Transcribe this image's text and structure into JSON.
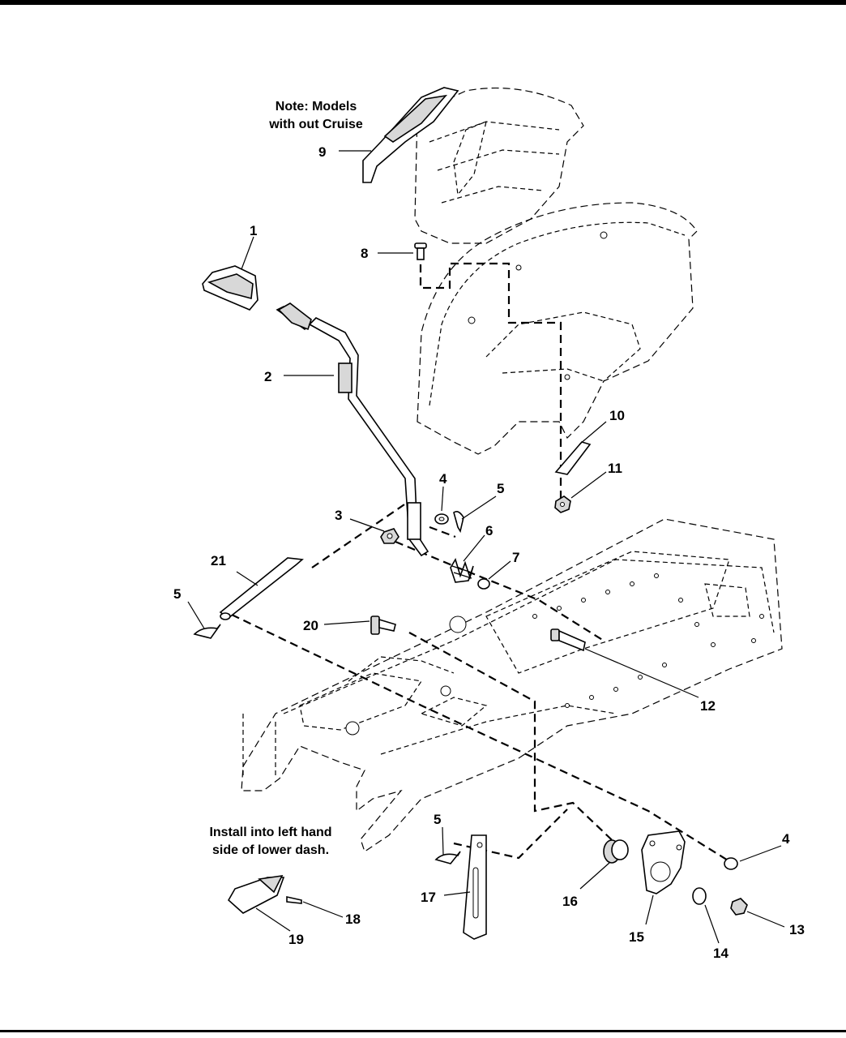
{
  "notes": {
    "cruise_note_line1": "Note: Models",
    "cruise_note_line2": "with out Cruise",
    "install_note_line1": "Install into left hand",
    "install_note_line2": "side of lower dash."
  },
  "callouts": {
    "c1": "1",
    "c2": "2",
    "c3": "3",
    "c4a": "4",
    "c4b": "4",
    "c5a": "5",
    "c5b": "5",
    "c5c": "5",
    "c6": "6",
    "c7": "7",
    "c8": "8",
    "c9": "9",
    "c10": "10",
    "c11": "11",
    "c12": "12",
    "c13": "13",
    "c14": "14",
    "c15": "15",
    "c16": "16",
    "c17": "17",
    "c18": "18",
    "c19": "19",
    "c20": "20",
    "c21": "21"
  }
}
